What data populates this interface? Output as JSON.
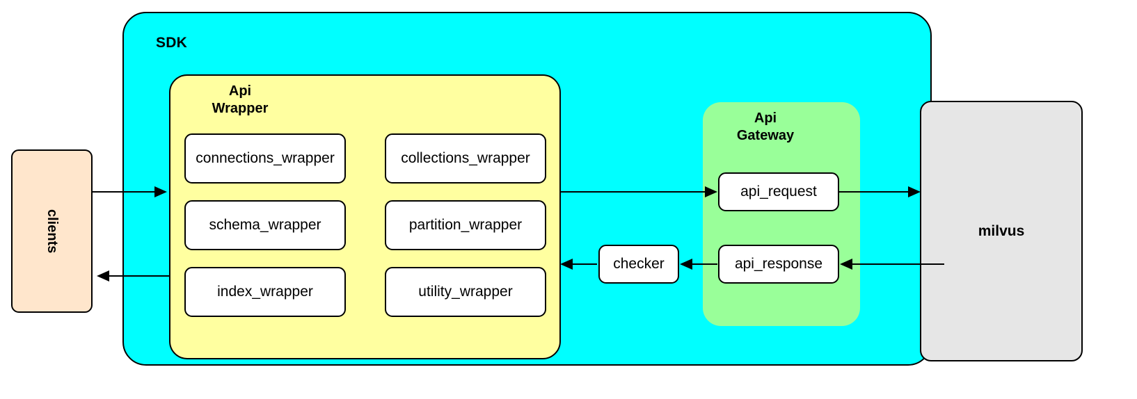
{
  "diagram": {
    "title_nodes": {
      "sdk": "SDK",
      "api_wrapper": "Api\nWrapper",
      "api_wrapper_line1": "Api",
      "api_wrapper_line2": "Wrapper",
      "api_gateway_line1": "Api",
      "api_gateway_line2": "Gateway"
    },
    "clients": {
      "label": "clients"
    },
    "milvus": {
      "label": "milvus"
    },
    "checker": {
      "label": "checker"
    },
    "api_wrapper_cells": [
      {
        "id": "connections",
        "label": "connections_wrapper"
      },
      {
        "id": "collections",
        "label": "collections_wrapper"
      },
      {
        "id": "schema",
        "label": "schema_wrapper"
      },
      {
        "id": "partition",
        "label": "partition_wrapper"
      },
      {
        "id": "index",
        "label": "index_wrapper"
      },
      {
        "id": "utility",
        "label": "utility_wrapper"
      }
    ],
    "api_gateway_cells": [
      {
        "id": "api_request",
        "label": "api_request"
      },
      {
        "id": "api_response",
        "label": "api_response"
      }
    ],
    "colors": {
      "sdk_fill": "#00ffff",
      "api_wrapper_fill": "#ffffa0",
      "api_gateway_fill": "#99ff99",
      "clients_fill": "#ffe6cc",
      "milvus_fill": "#e6e6e6",
      "node_fill": "#ffffff",
      "stroke": "#000000",
      "page_background": "#ffffff"
    },
    "connections": [
      {
        "id": "clients-to-sdk",
        "from": "clients",
        "to": "api_wrapper",
        "direction": "right"
      },
      {
        "id": "sdk-to-clients",
        "from": "api_wrapper",
        "to": "clients",
        "direction": "left"
      },
      {
        "id": "apiwrapper-to-apirequest",
        "from": "api_wrapper",
        "to": "api_request",
        "direction": "right"
      },
      {
        "id": "apirequest-to-milvus",
        "from": "api_request",
        "to": "milvus",
        "direction": "right"
      },
      {
        "id": "milvus-to-apiresponse",
        "from": "milvus",
        "to": "api_response",
        "direction": "left"
      },
      {
        "id": "apiresponse-to-checker",
        "from": "api_response",
        "to": "checker",
        "direction": "left"
      },
      {
        "id": "checker-to-apiwrapper",
        "from": "checker",
        "to": "api_wrapper",
        "direction": "left"
      }
    ]
  }
}
